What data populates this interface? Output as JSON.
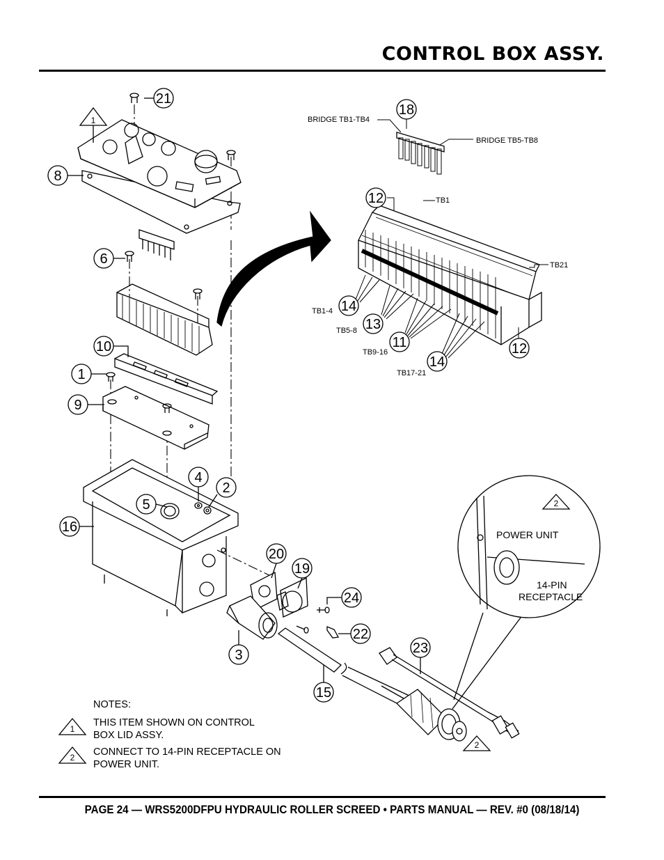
{
  "header": {
    "title": "CONTROL BOX ASSY."
  },
  "footer": {
    "text": "PAGE 24 — WRS5200DFPU HYDRAULIC ROLLER SCREED • PARTS MANUAL  — REV. #0 (08/18/14)"
  },
  "callouts": [
    "21",
    "8",
    "6",
    "10",
    "1",
    "9",
    "4",
    "2",
    "5",
    "16",
    "20",
    "19",
    "24",
    "22",
    "3",
    "15",
    "23",
    "18",
    "12",
    "14",
    "13",
    "11",
    "14",
    "12"
  ],
  "labels": {
    "bridge_tb1_tb4": "BRIDGE TB1-TB4",
    "bridge_tb5_tb8": "BRIDGE TB5-TB8",
    "tb1": "TB1",
    "tb21": "TB21",
    "tb1_4": "TB1-4",
    "tb5_8": "TB5-8",
    "tb9_16": "TB9-16",
    "tb17_21": "TB17-21",
    "power_unit": "POWER UNIT",
    "pin_receptacle_line1": "14-PIN",
    "pin_receptacle_line2": "RECEPTACLE"
  },
  "flags": {
    "note1": "1",
    "note2": "2"
  },
  "notes": {
    "heading": "NOTES:",
    "note1_line1": "THIS ITEM SHOWN ON CONTROL",
    "note1_line2": "BOX LID ASSY.",
    "note2_line1": "CONNECT TO 14-PIN RECEPTACLE ON",
    "note2_line2": "POWER UNIT."
  }
}
